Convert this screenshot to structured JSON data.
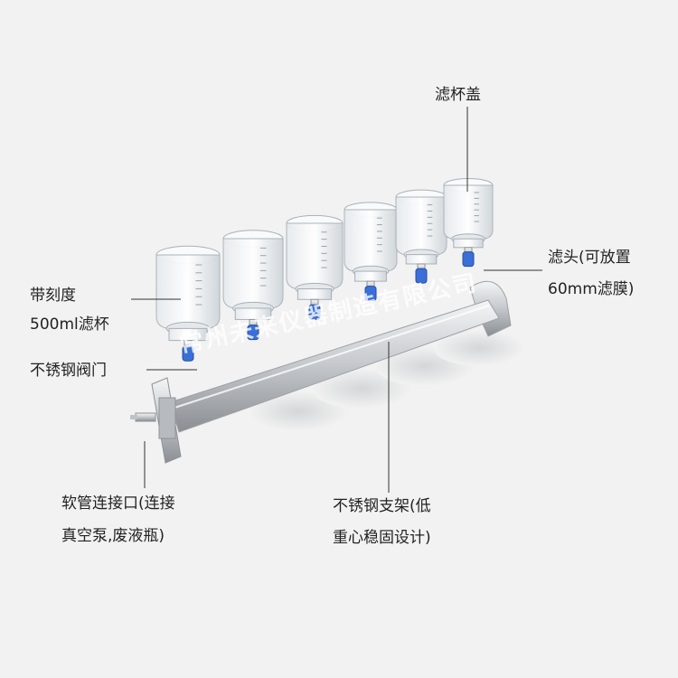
{
  "labels": {
    "lid": "滤杯盖",
    "filter_head_line1": "滤头(可放置",
    "filter_head_line2": "60mm滤膜)",
    "cup_line1": "带刻度",
    "cup_line2": "500ml滤杯",
    "valve": "不锈钢阀门",
    "hose_line1": "软管连接口(连接",
    "hose_line2": "真空泵,废液瓶)",
    "stand_line1": "不锈钢支架(低",
    "stand_line2": "重心稳固设计)"
  },
  "watermark": "常州未来仪器制造有限公司",
  "colors": {
    "background": "#f2f2f2",
    "steel": "#c8cbcf",
    "valve_blue": "#3a6fd8",
    "leader_line": "#333333"
  }
}
